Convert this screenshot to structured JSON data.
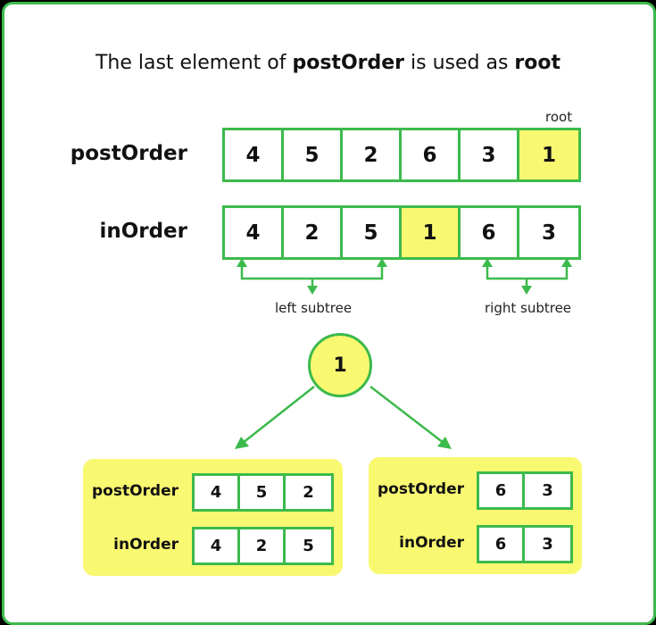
{
  "title": {
    "prefix": "The last element of ",
    "bold1": "postOrder",
    "middle": " is used as ",
    "bold2": "root"
  },
  "root_annotation": "root",
  "postorder": {
    "label": "postOrder",
    "cells": [
      "4",
      "5",
      "2",
      "6",
      "3",
      "1"
    ],
    "highlight_index": 5
  },
  "inorder": {
    "label": "inOrder",
    "cells": [
      "4",
      "2",
      "5",
      "1",
      "6",
      "3"
    ],
    "highlight_index": 3
  },
  "left_subtree_label": "left subtree",
  "right_subtree_label": "right subtree",
  "root_node": "1",
  "left_panel": {
    "postorder_label": "postOrder",
    "postorder_cells": [
      "4",
      "5",
      "2"
    ],
    "inorder_label": "inOrder",
    "inorder_cells": [
      "4",
      "2",
      "5"
    ]
  },
  "right_panel": {
    "postorder_label": "postOrder",
    "postorder_cells": [
      "6",
      "3"
    ],
    "inorder_label": "inOrder",
    "inorder_cells": [
      "6",
      "3"
    ]
  },
  "colors": {
    "accent_green": "#3cba4c",
    "highlight_yellow": "#f9f871",
    "background": "#ffffff"
  }
}
